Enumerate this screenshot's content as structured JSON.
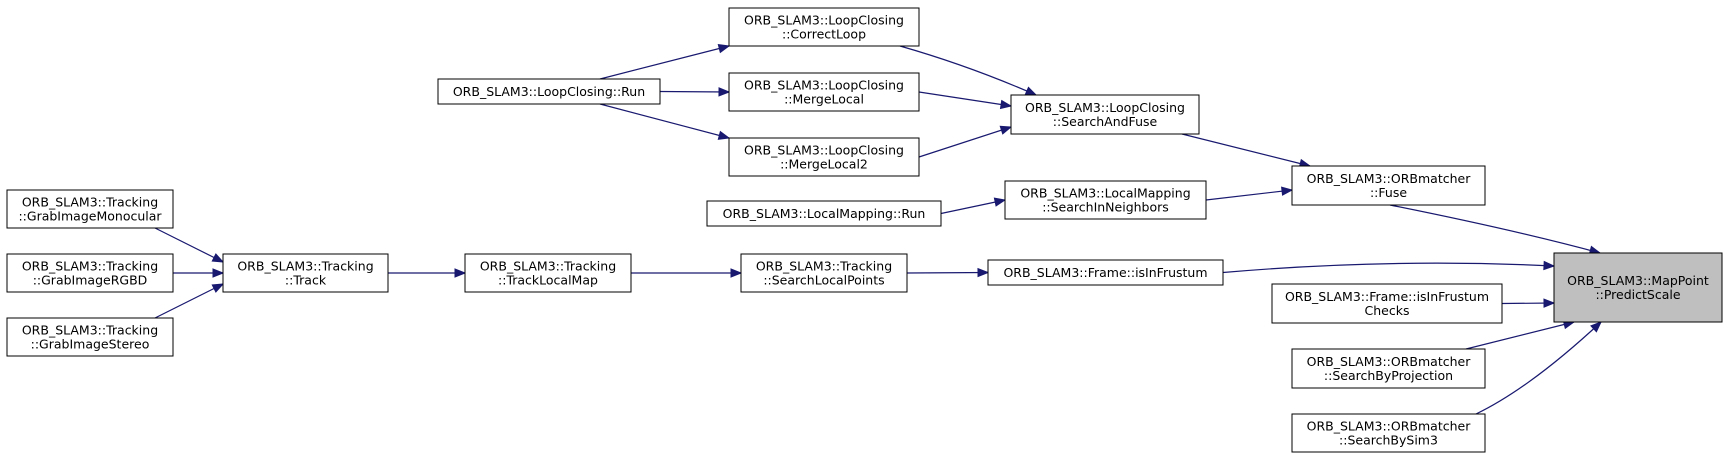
{
  "diagram": {
    "type": "doxygen-caller-graph",
    "colors": {
      "edge": "#191970",
      "root_fill": "#bfbfbf",
      "node_fill": "#ffffff",
      "border": "#000000"
    },
    "nodes": [
      {
        "id": "predict_scale",
        "lines": [
          "ORB_SLAM3::MapPoint",
          "::PredictScale"
        ],
        "root": true
      },
      {
        "id": "fuse",
        "lines": [
          "ORB_SLAM3::ORBmatcher",
          "::Fuse"
        ]
      },
      {
        "id": "search_and_fuse",
        "lines": [
          "ORB_SLAM3::LoopClosing",
          "::SearchAndFuse"
        ]
      },
      {
        "id": "correct_loop",
        "lines": [
          "ORB_SLAM3::LoopClosing",
          "::CorrectLoop"
        ]
      },
      {
        "id": "merge_local",
        "lines": [
          "ORB_SLAM3::LoopClosing",
          "::MergeLocal"
        ]
      },
      {
        "id": "merge_local2",
        "lines": [
          "ORB_SLAM3::LoopClosing",
          "::MergeLocal2"
        ]
      },
      {
        "id": "loopclosing_run",
        "lines": [
          "ORB_SLAM3::LoopClosing::Run"
        ]
      },
      {
        "id": "search_in_neighbors",
        "lines": [
          "ORB_SLAM3::LocalMapping",
          "::SearchInNeighbors"
        ]
      },
      {
        "id": "localmapping_run",
        "lines": [
          "ORB_SLAM3::LocalMapping::Run"
        ]
      },
      {
        "id": "is_in_frustum",
        "lines": [
          "ORB_SLAM3::Frame::isInFrustum"
        ]
      },
      {
        "id": "is_in_frustum_checks",
        "lines": [
          "ORB_SLAM3::Frame::isInFrustum",
          "Checks"
        ]
      },
      {
        "id": "search_by_projection",
        "lines": [
          "ORB_SLAM3::ORBmatcher",
          "::SearchByProjection"
        ]
      },
      {
        "id": "search_by_sim3",
        "lines": [
          "ORB_SLAM3::ORBmatcher",
          "::SearchBySim3"
        ]
      },
      {
        "id": "search_local_points",
        "lines": [
          "ORB_SLAM3::Tracking",
          "::SearchLocalPoints"
        ]
      },
      {
        "id": "track_local_map",
        "lines": [
          "ORB_SLAM3::Tracking",
          "::TrackLocalMap"
        ]
      },
      {
        "id": "track",
        "lines": [
          "ORB_SLAM3::Tracking",
          "::Track"
        ]
      },
      {
        "id": "grab_mono",
        "lines": [
          "ORB_SLAM3::Tracking",
          "::GrabImageMonocular"
        ]
      },
      {
        "id": "grab_rgbd",
        "lines": [
          "ORB_SLAM3::Tracking",
          "::GrabImageRGBD"
        ]
      },
      {
        "id": "grab_stereo",
        "lines": [
          "ORB_SLAM3::Tracking",
          "::GrabImageStereo"
        ]
      }
    ],
    "edges": [
      {
        "from": "fuse",
        "to": "predict_scale"
      },
      {
        "from": "is_in_frustum",
        "to": "predict_scale"
      },
      {
        "from": "is_in_frustum_checks",
        "to": "predict_scale"
      },
      {
        "from": "search_by_projection",
        "to": "predict_scale"
      },
      {
        "from": "search_by_sim3",
        "to": "predict_scale"
      },
      {
        "from": "search_and_fuse",
        "to": "fuse"
      },
      {
        "from": "search_in_neighbors",
        "to": "fuse"
      },
      {
        "from": "correct_loop",
        "to": "search_and_fuse"
      },
      {
        "from": "merge_local",
        "to": "search_and_fuse"
      },
      {
        "from": "merge_local2",
        "to": "search_and_fuse"
      },
      {
        "from": "loopclosing_run",
        "to": "correct_loop"
      },
      {
        "from": "loopclosing_run",
        "to": "merge_local"
      },
      {
        "from": "loopclosing_run",
        "to": "merge_local2"
      },
      {
        "from": "localmapping_run",
        "to": "search_in_neighbors"
      },
      {
        "from": "search_local_points",
        "to": "is_in_frustum"
      },
      {
        "from": "track_local_map",
        "to": "search_local_points"
      },
      {
        "from": "track",
        "to": "track_local_map"
      },
      {
        "from": "grab_mono",
        "to": "track"
      },
      {
        "from": "grab_rgbd",
        "to": "track"
      },
      {
        "from": "grab_stereo",
        "to": "track"
      }
    ]
  }
}
